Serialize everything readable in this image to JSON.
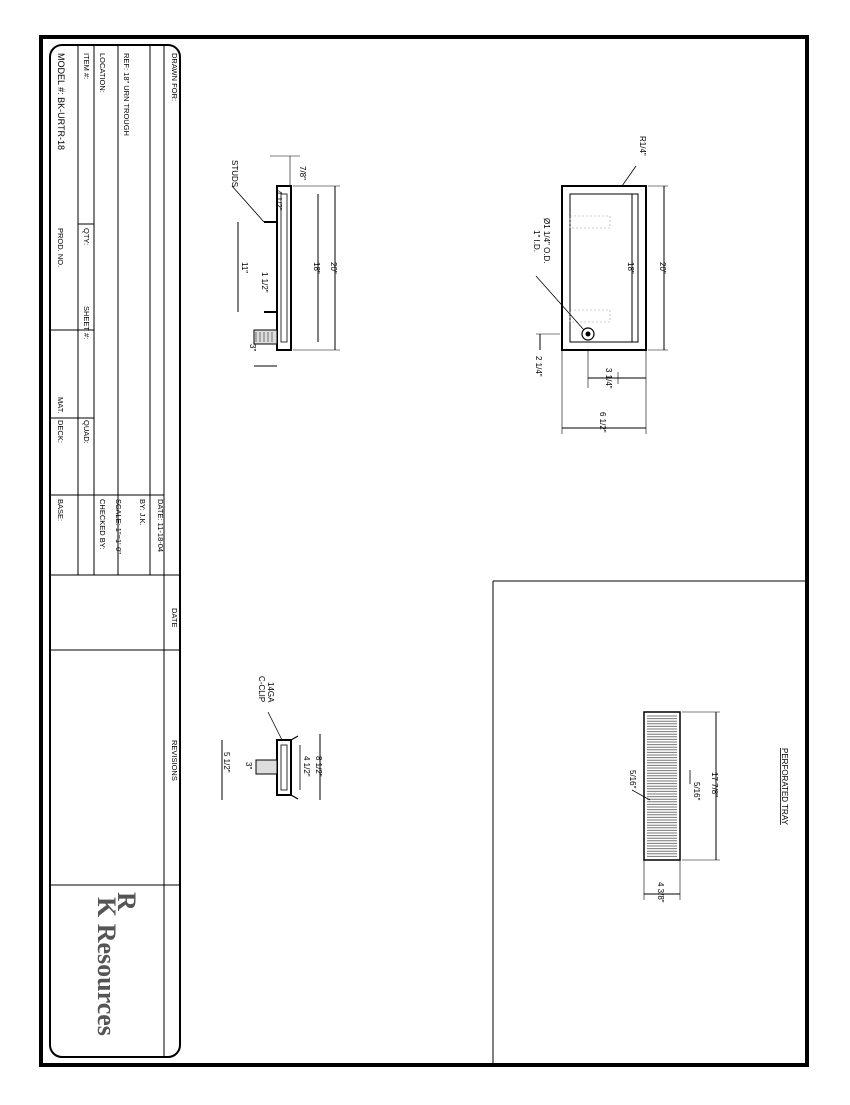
{
  "title_block": {
    "drawn_for": "DRAWN FOR:",
    "ref": "REF: 18\" URN TROUGH",
    "location": "LOCATION:",
    "item": "ITEM #:",
    "model": "MODEL #:  BK-URTR-18",
    "qty": "QTY:",
    "prod_no": "PROD. NO.",
    "sheet": "SHEET #:",
    "quad": "QUAD:",
    "mat": "MAT.",
    "deck": "DECK:",
    "date": "DATE:  11-18-04",
    "by": "BY: J.K.",
    "scale": "SCALE: 1\"=1'-0\"",
    "checked_by": "CHECKED BY:",
    "base": "BASE:",
    "rev_date": "DATE",
    "revisions": "REVISIONS"
  },
  "logo": {
    "text": "K Resources",
    "mark": "R"
  },
  "views": {
    "top": {
      "radius": "R1/4\"",
      "overall": "20\"",
      "inner": "18\"",
      "hole_od": "Ø1 1/4\" O.D.",
      "hole_id": "1\" I.D.",
      "offset_a": "2 1/4\"",
      "offset_b": "3 1/4\"",
      "width": "6 1/2\""
    },
    "side": {
      "studs": "STUDS",
      "top": "7/8\"",
      "stud_off": "4 1/2\"",
      "span": "11\"",
      "gap": "1 1/2\"",
      "inner": "18\"",
      "overall": "20\"",
      "height": "3\""
    },
    "end": {
      "clip_a": "14GA",
      "clip_b": "C-CLIP",
      "w1": "8 1/2\"",
      "w2": "4 1/2\"",
      "h1": "3\"",
      "h2": "5 1/2\""
    },
    "tray": {
      "title": "PERFORATED TRAY",
      "length": "17 7/8\"",
      "hole_a": "5/16\"",
      "hole_b": "5/16\"",
      "width": "4 3/8\""
    }
  }
}
